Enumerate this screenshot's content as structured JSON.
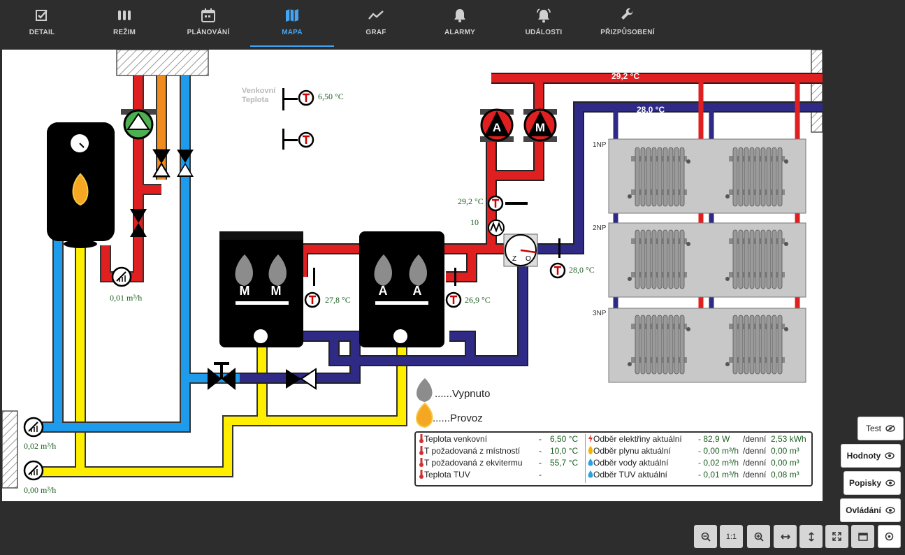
{
  "tabs": [
    {
      "label": "DETAIL",
      "icon": "checkbox-edit-icon"
    },
    {
      "label": "REŽIM",
      "icon": "radiator-mode-icon"
    },
    {
      "label": "PLÁNOVÁNÍ",
      "icon": "calendar-icon"
    },
    {
      "label": "MAPA",
      "icon": "map-icon",
      "active": true
    },
    {
      "label": "GRAF",
      "icon": "trend-icon"
    },
    {
      "label": "ALARMY",
      "icon": "bell-icon"
    },
    {
      "label": "UDÁLOSTI",
      "icon": "bell-ringing-icon"
    },
    {
      "label": "PŘIZPŮSOBENÍ",
      "icon": "wrench-icon"
    }
  ],
  "colors": {
    "active_tab": "#42a5f5",
    "hot_pipe": "#e02020",
    "return_pipe": "#2e2a86",
    "cold_water": "#1e9bea",
    "dhw_pipe": "#ffee00",
    "gas_pipe": "#f08c1e",
    "value_text": "#1b5e20"
  },
  "map": {
    "outdoor_label": "Venkovní Teplota",
    "outdoor_temp": "6,50 °C",
    "supply_temp_top": "29,2 °C",
    "return_temp_top": "28,0 °C",
    "mixer_temp": "29,2 °C",
    "mixer_level": "10",
    "return_temp_right": "28,0 °C",
    "boiler_m_temp": "27,8 °C",
    "boiler_a_temp": "26,9 °C",
    "meter_gas": "0,01 m³/h",
    "meter_water": "0,02 m³/h",
    "meter_dhw": "0,00 m³/h",
    "boiler_m_letters": [
      "M",
      "M"
    ],
    "boiler_a_letters": [
      "A",
      "A"
    ],
    "pump_a_letter": "A",
    "pump_m_letter": "M",
    "mixer_letters": [
      "Z",
      "O"
    ],
    "floors": [
      "1NP",
      "2NP",
      "3NP"
    ],
    "legend_off": "......Vypnuto",
    "legend_on": "......Provoz"
  },
  "info": {
    "left": [
      {
        "label": "Teplota venkovní",
        "dash": "-",
        "value": "6,50 °C"
      },
      {
        "label": "T požadovaná z místností",
        "dash": "-",
        "value": "10,0 °C"
      },
      {
        "label": "T požadovaná z ekvitermu",
        "dash": "-",
        "value": "55,7 °C"
      },
      {
        "label": "Teplota TUV",
        "dash": "-",
        "value": ""
      }
    ],
    "right": [
      {
        "label": "Odběr elektřiny aktuální",
        "current": "- 82,9 W",
        "daily_label": "/denní",
        "daily": "2,53 kWh",
        "icon": "lightning-icon"
      },
      {
        "label": "Odběr plynu aktuální",
        "current": "- 0,00 m³/h",
        "daily_label": "/denní",
        "daily": "0,00 m³",
        "icon": "flame-icon"
      },
      {
        "label": "Odběr vody aktuální",
        "current": "- 0,02 m³/h",
        "daily_label": "/denní",
        "daily": "0,00 m³",
        "icon": "water-drop-icon"
      },
      {
        "label": "Odběr TUV aktuální",
        "current": "- 0,01 m³/h",
        "daily_label": "/denní",
        "daily": "0,08 m³",
        "icon": "water-drop-icon"
      }
    ]
  },
  "side_buttons": {
    "test": "Test",
    "values": "Hodnoty",
    "labels": "Popisky",
    "controls": "Ovládání"
  },
  "toolbar": {
    "one_to_one": "1:1"
  }
}
